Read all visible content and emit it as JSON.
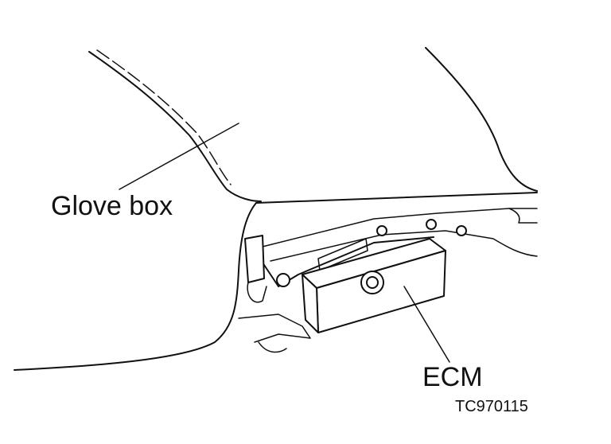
{
  "labels": {
    "glove_box": "Glove box",
    "ecm": "ECM",
    "figure_code": "TC970115"
  }
}
